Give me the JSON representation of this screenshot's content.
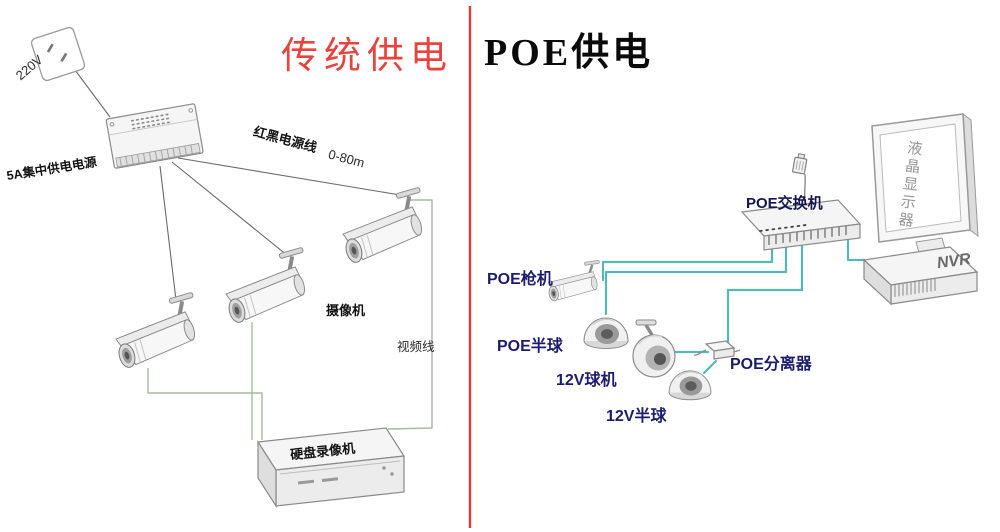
{
  "titles": {
    "traditional": "传统供电",
    "poe": "POE供电"
  },
  "traditional_side": {
    "outlet": "220V",
    "psu": "5A集中供电电源",
    "power_cable": "红黑电源线",
    "cable_range": "0-80m",
    "camera": "摄像机",
    "video_cable": "视频线",
    "dvr": "硬盘录像机"
  },
  "poe_side": {
    "switch": "POE交换机",
    "bullet": "POE枪机",
    "dome": "POE半球",
    "ball": "12V球机",
    "mini_dome": "12V半球",
    "splitter": "POE分离器",
    "monitor": "液晶显示器",
    "nvr": "NVR"
  },
  "colors": {
    "divider": "#e03c3c",
    "title_traditional": "#e8433c",
    "title_poe": "#0a0a0a",
    "poe_cable": "#55b8b2",
    "video_cable": "#a8b8a2",
    "label_navy": "#1c1c6e"
  }
}
